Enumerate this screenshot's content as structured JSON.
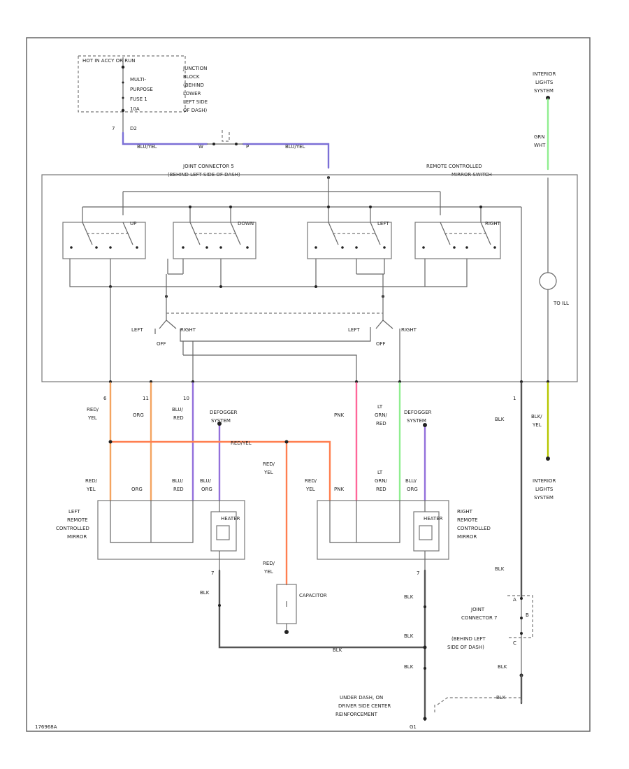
{
  "colors": {
    "black": "#333333",
    "violet": "#7b6fd6",
    "orange": "#f4a460",
    "pink": "#ff6699",
    "green": "#90ee90",
    "red_yel": "#ff7f50",
    "yellow": "#b7c600",
    "blu_org": "#9370db"
  },
  "top_left": {
    "hot": "HOT IN ACCY OR RUN",
    "fuse_lines": [
      "MULTI-",
      "PURPOSE",
      "FUSE 1",
      "10A"
    ],
    "jb_lines": [
      "JUNCTION",
      "BLOCK",
      "(BEHIND",
      "LOWER",
      "LEFT SIDE",
      "OF DASH)"
    ],
    "pin_7": "7",
    "pin_d2": "D2",
    "wire_left": "BLU/YEL",
    "wire_right": "BLU/YEL",
    "mid_labels": [
      "W",
      "P"
    ]
  },
  "interior_top": {
    "lines": [
      "INTERIOR",
      "LIGHTS",
      "SYSTEM"
    ],
    "wire": [
      "GRN",
      "WHT"
    ]
  },
  "joint_connector_top": {
    "line1": "JOINT CONNECTOR 5",
    "line2": "(BEHIND LEFT SIDE OF DASH)"
  },
  "mirror_switch": {
    "line1": "REMOTE CONTROLLED",
    "line2": "MIRROR SWITCH",
    "switch_labels": [
      "UP",
      "DOWN",
      "LEFT",
      "RIGHT"
    ],
    "selector_left": [
      "LEFT",
      "OFF",
      "RIGHT"
    ],
    "selector_right": [
      "LEFT",
      "OFF",
      "RIGHT"
    ],
    "lamp_label": "TO ILL"
  },
  "harness": {
    "pins": [
      "6",
      "11",
      "10",
      "1"
    ],
    "wires": {
      "red_yel": [
        "RED/",
        "YEL"
      ],
      "org": "ORG",
      "blu_red": [
        "BLU/",
        "RED"
      ],
      "pnk": "PNK",
      "lt_grn_red": [
        "LT",
        "GRN/",
        "RED"
      ],
      "blk": "BLK",
      "blk_yel": [
        "BLK/",
        "YEL"
      ]
    },
    "mid_red_yel": "RED/YEL"
  },
  "defogger_left": [
    "DEFOGGER",
    "SYSTEM"
  ],
  "defogger_right": [
    "DEFOGGER",
    "SYSTEM"
  ],
  "interior_bottom": [
    "INTERIOR",
    "LIGHTS",
    "SYSTEM"
  ],
  "left_mirror": {
    "name_lines": [
      "LEFT",
      "REMOTE",
      "CONTROLLED",
      "MIRROR"
    ],
    "wire_labels": [
      "RED/",
      "YEL",
      "ORG",
      "BLU/",
      "RED",
      "BLU/",
      "ORG"
    ],
    "heater": "HEATER",
    "pin": "7",
    "ground_wire": "BLK"
  },
  "right_mirror": {
    "name_lines": [
      "RIGHT",
      "REMOTE",
      "CONTROLLED",
      "MIRROR"
    ],
    "wire_labels": [
      "RED/",
      "YEL",
      "PNK",
      "LT",
      "GRN/",
      "RED",
      "BLU/",
      "ORG"
    ],
    "heater": "HEATER",
    "pin": "7",
    "ground_wire": "BLK"
  },
  "capacitor": {
    "label": "CAPACITOR",
    "wire": [
      "RED/",
      "YEL"
    ]
  },
  "ground_section": {
    "blk": "BLK",
    "joint_lines": [
      "JOINT",
      "CONNECTOR 7"
    ],
    "behind_lines": [
      "(BEHIND LEFT",
      "SIDE OF DASH)"
    ],
    "pins": [
      "A",
      "B",
      "C"
    ],
    "ground_lines": [
      "UNDER DASH, ON",
      "DRIVER SIDE CENTER",
      "REINFORCEMENT"
    ],
    "g_tag": "G1"
  },
  "footer": {
    "code": "176968A"
  }
}
